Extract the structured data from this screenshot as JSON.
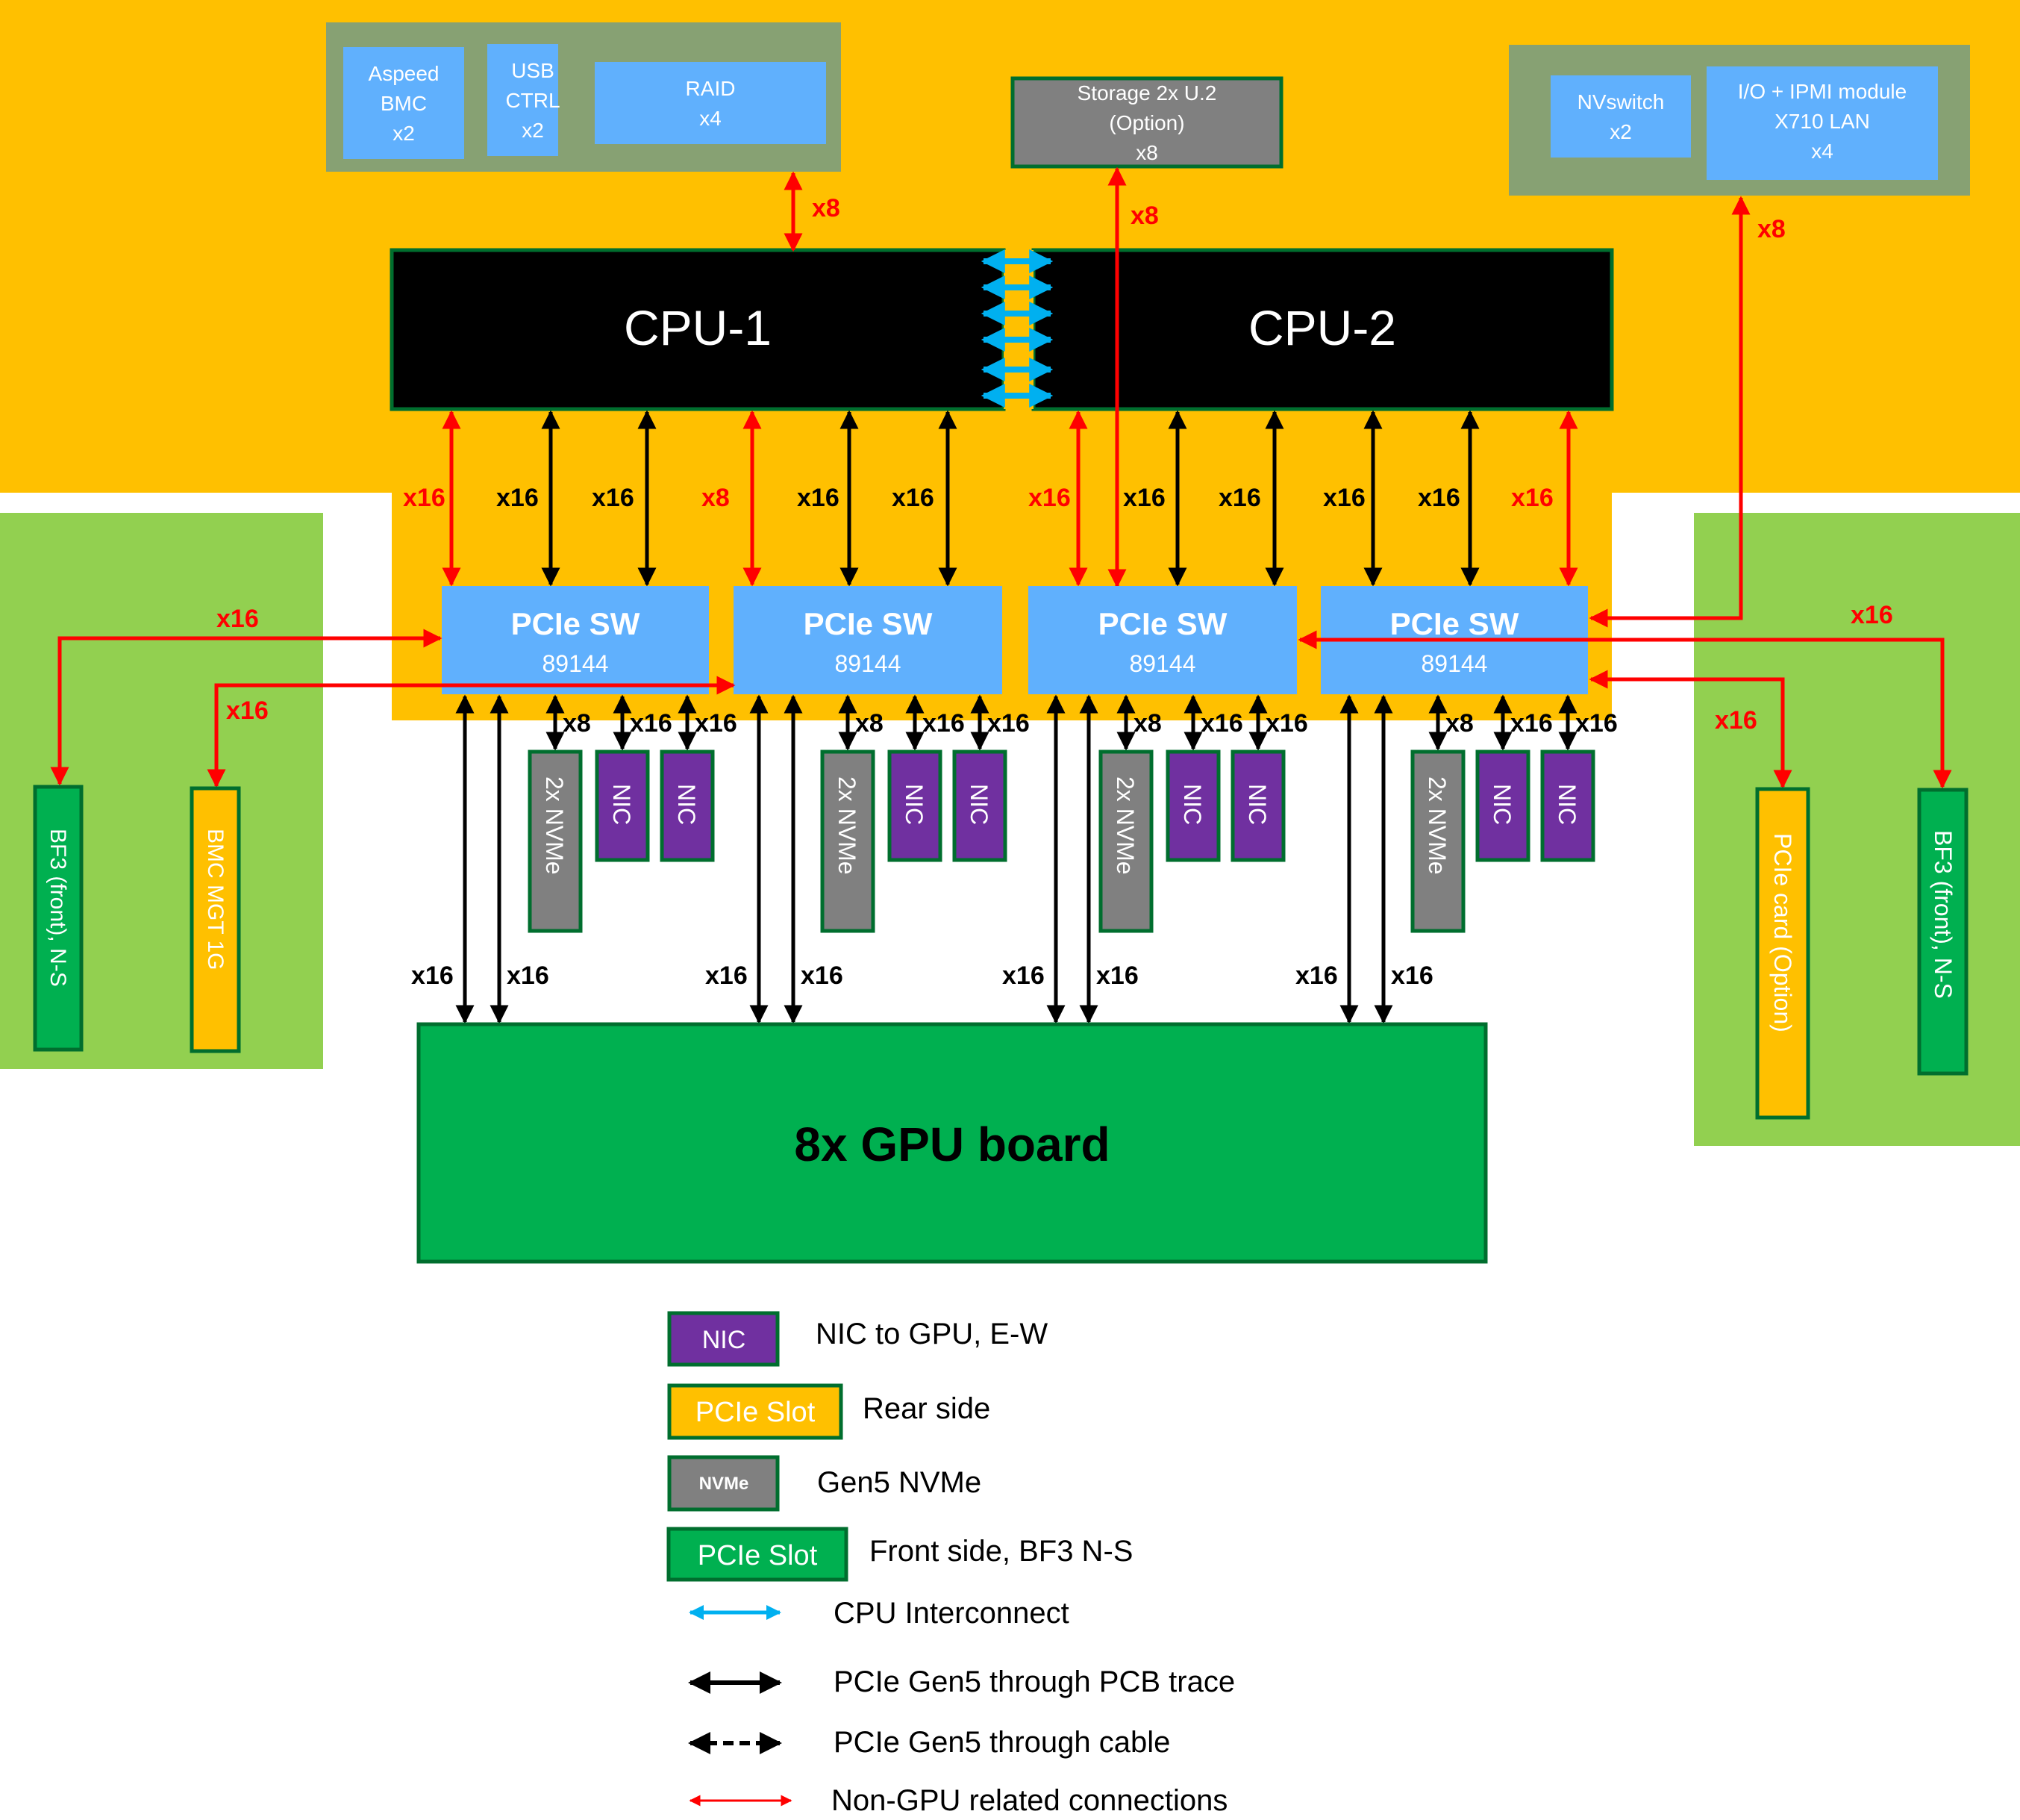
{
  "colors": {
    "rear_bg": "#ffc000",
    "front_bg": "#92d050",
    "module_bg": "#87a173",
    "chip_blue": "#60b0fd",
    "cpu": "#000000",
    "nic": "#7030a0",
    "nvme": "#808080",
    "front_slot": "#00b050",
    "rear_slot": "#ffc000",
    "border_green": "#006e2e",
    "red": "#ff0000",
    "interconnect": "#00b0f0"
  },
  "top_modules": {
    "left_group": [
      {
        "label": "Aspeed\nBMC\nx2"
      },
      {
        "label": "USB\nCTRL\nx2"
      },
      {
        "label": "RAID\nx4"
      }
    ],
    "storage": {
      "label": "Storage 2x U.2\n(Option)\nx8"
    },
    "right_group": [
      {
        "label": "NVswitch\nx2"
      },
      {
        "label": "I/O + IPMI module\nX710 LAN\nx4"
      }
    ]
  },
  "cpus": [
    {
      "label": "CPU-1"
    },
    {
      "label": "CPU-2"
    }
  ],
  "top_link_labels": {
    "left_module": "x8",
    "storage": "x8",
    "right_module": "x8"
  },
  "cpu_to_switch_labels": [
    {
      "text": "x16",
      "color": "red"
    },
    {
      "text": "x16",
      "color": "black"
    },
    {
      "text": "x16",
      "color": "black"
    },
    {
      "text": "x8",
      "color": "red"
    },
    {
      "text": "x16",
      "color": "black"
    },
    {
      "text": "x16",
      "color": "black"
    },
    {
      "text": "x16",
      "color": "red"
    },
    {
      "text": "x16",
      "color": "black"
    },
    {
      "text": "x16",
      "color": "black"
    },
    {
      "text": "x16",
      "color": "black"
    },
    {
      "text": "x16",
      "color": "black"
    },
    {
      "text": "x16",
      "color": "red"
    }
  ],
  "switches": [
    {
      "title": "PCIe SW",
      "model": "89144"
    },
    {
      "title": "PCIe SW",
      "model": "89144"
    },
    {
      "title": "PCIe SW",
      "model": "89144"
    },
    {
      "title": "PCIe SW",
      "model": "89144"
    }
  ],
  "switch_device_labels": [
    "x8",
    "x16",
    "x16"
  ],
  "devices": {
    "nvme": "2x NVMe",
    "nic": "NIC"
  },
  "gpu_link_label": "x16",
  "gpu_board": {
    "label": "8x GPU board"
  },
  "front_left": {
    "link1_label": "x16",
    "link2_label": "x16",
    "slot1": "BF3  (front), N-S",
    "slot2": "BMC MGT 1G"
  },
  "front_right": {
    "link1_label": "x16",
    "link2_label": "x16",
    "slot1": "PCIe card (Option)",
    "slot2": "BF3  (front), N-S"
  },
  "legend": {
    "boxes": [
      {
        "swatch": "NIC",
        "text": "NIC to GPU, E-W"
      },
      {
        "swatch": "PCIe Slot",
        "text": "Rear side"
      },
      {
        "swatch": "NVMe",
        "text": "Gen5 NVMe"
      },
      {
        "swatch": "PCIe Slot",
        "text": "Front side, BF3 N-S"
      }
    ],
    "lines": [
      {
        "text": "CPU Interconnect"
      },
      {
        "text": "PCIe Gen5 through PCB trace"
      },
      {
        "text": "PCIe Gen5 through cable"
      },
      {
        "text": "Non-GPU related connections"
      }
    ]
  }
}
